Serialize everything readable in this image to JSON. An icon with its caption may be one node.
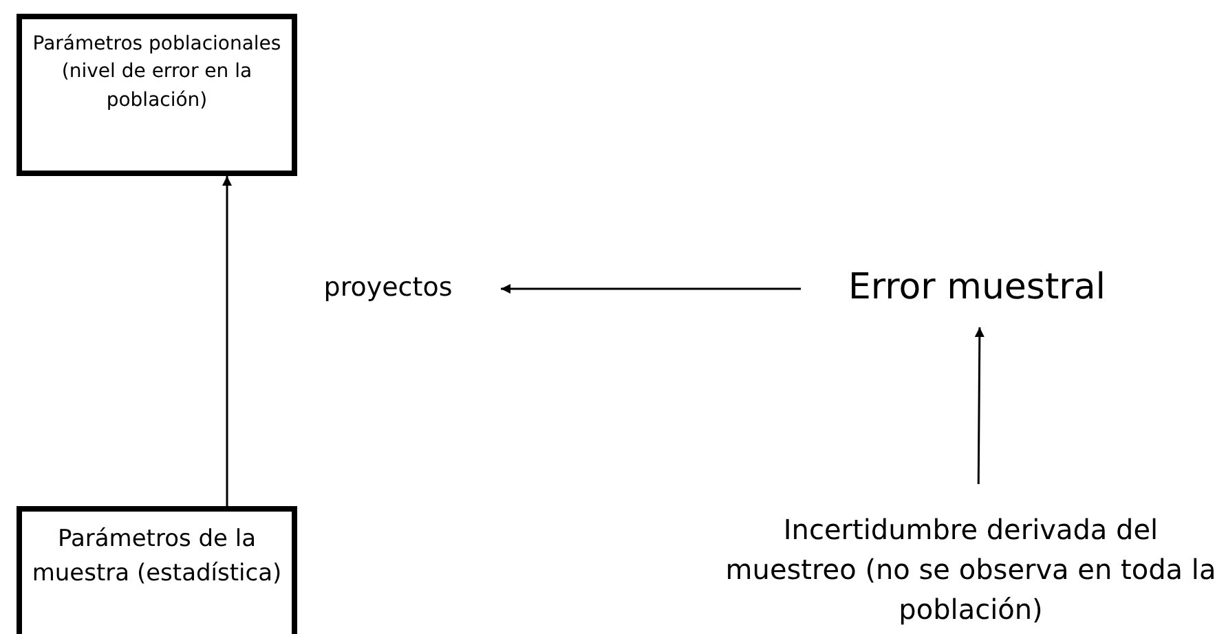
{
  "diagram": {
    "nodes": [
      {
        "text": [
          "Parámetros poblacionales (nivel de error en la población)"
        ]
      },
      {
        "text": [
          "Parámetros de la muestra (estadística)"
        ]
      },
      {
        "text": [
          "proyectos"
        ]
      },
      {
        "text": [
          "Error muestral"
        ]
      },
      {
        "text": [
          "Incertidumbre derivada del muestreo (no se observa en toda la población)"
        ]
      }
    ],
    "edges": [
      {
        "from": 1,
        "to": 0,
        "arrow": "to"
      },
      {
        "from": 3,
        "to": 2,
        "arrow": "to"
      },
      {
        "from": 4,
        "to": 3,
        "arrow": "to"
      }
    ]
  }
}
